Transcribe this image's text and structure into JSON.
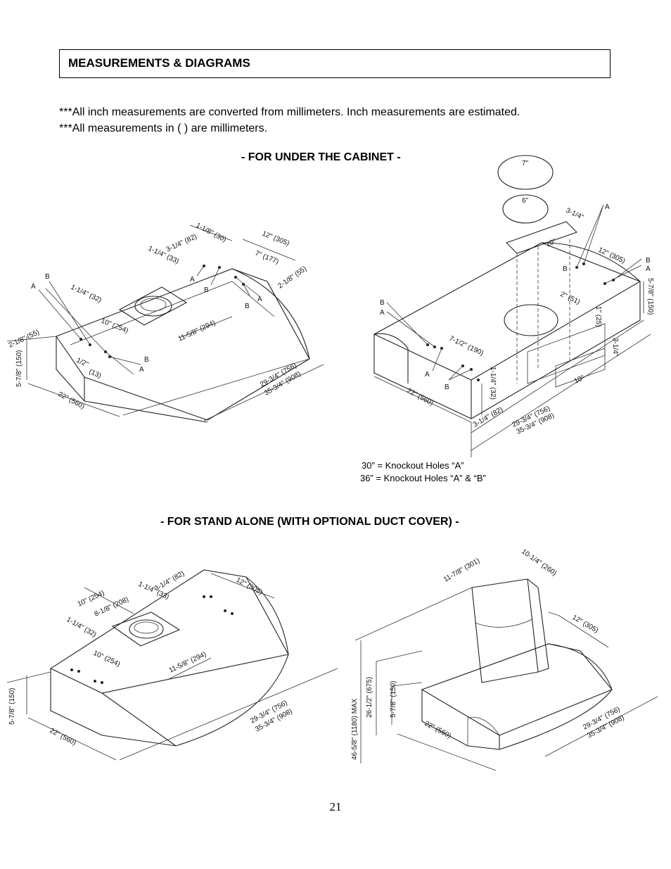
{
  "section_title": "MEASUREMENTS & DIAGRAMS",
  "notes": [
    "***All inch measurements are converted from millimeters.  Inch measurements are estimated.",
    "***All measurements in ( ) are millimeters."
  ],
  "under_cabinet": {
    "heading": "- FOR UNDER THE CABINET -",
    "knockout_notes": [
      "30” = Knockout Holes “A”",
      "36” = Knockout Holes “A” & “B”"
    ],
    "left_diagram": {
      "dims": {
        "d1": "1-1/8\" (30)",
        "d2": "3-1/4\" (82)",
        "d3": "1-1/4\" (33)",
        "d4": "12\" (305)",
        "d5": "7\" (177)",
        "d6": "2-1/8\" (55)",
        "d7": "1-1/4\" (32)",
        "d8": "10\" (254)",
        "d9": "11-5/8\" (294)",
        "d10": "2-1/8\" (55)",
        "d11": "5-7/8\" (150)",
        "d12": "1/2\"",
        "d13": "(13)",
        "d14": "22\" (560)",
        "d15": "29-3/4\" (756)",
        "d16": "35-3/4\" (908)"
      },
      "labels": {
        "a": "A",
        "b": "B"
      }
    },
    "right_diagram": {
      "dims": {
        "d1": "7\"",
        "d2": "6\"",
        "d3": "3-1/4\"",
        "d4": "10\"",
        "d5": "12\" (305)",
        "d6": "5-7/8\" (150)",
        "d7": "2\" (51)",
        "d8": "1\" (25)",
        "d9": "7-1/2\" (190)",
        "d10": "3-1/4\"",
        "d11": "10\"",
        "d12": "1-1/4\" (32)",
        "d13": "22\" (560)",
        "d14": "3-1/4\" (82)",
        "d15": "29-3/4\" (756)",
        "d16": "35-3/4\" (908)"
      },
      "labels": {
        "a": "A",
        "b": "B"
      }
    }
  },
  "stand_alone": {
    "heading": "- FOR STAND ALONE (WITH OPTIONAL DUCT COVER) -",
    "left_diagram": {
      "dims": {
        "d1": "3-1/4\" (82)",
        "d2": "1-1/4\" (33)",
        "d3": "10\" (254)",
        "d4": "8-1/8\" (208)",
        "d5": "12\" (305)",
        "d6": "1-1/4\" (32)",
        "d7": "10\" (254)",
        "d8": "11-5/8\" (294)",
        "d9": "5-7/8\" (150)",
        "d10": "22\" (560)",
        "d11": "29-3/4\" (756)",
        "d12": "35-3/4\" (908)"
      }
    },
    "right_diagram": {
      "dims": {
        "d1": "11-7/8\" (301)",
        "d2": "10-1/4\" (260)",
        "d3": "12\" (305)",
        "d4": "46-5/8\" (1180) MAX",
        "d5": "26-1/2\" (675)",
        "d6": "5-7/8\" (150)",
        "d7": "22\" (560)",
        "d8": "29-3/4\" (756)",
        "d9": "35-3/4\" (908)"
      }
    }
  },
  "page_number": "21"
}
